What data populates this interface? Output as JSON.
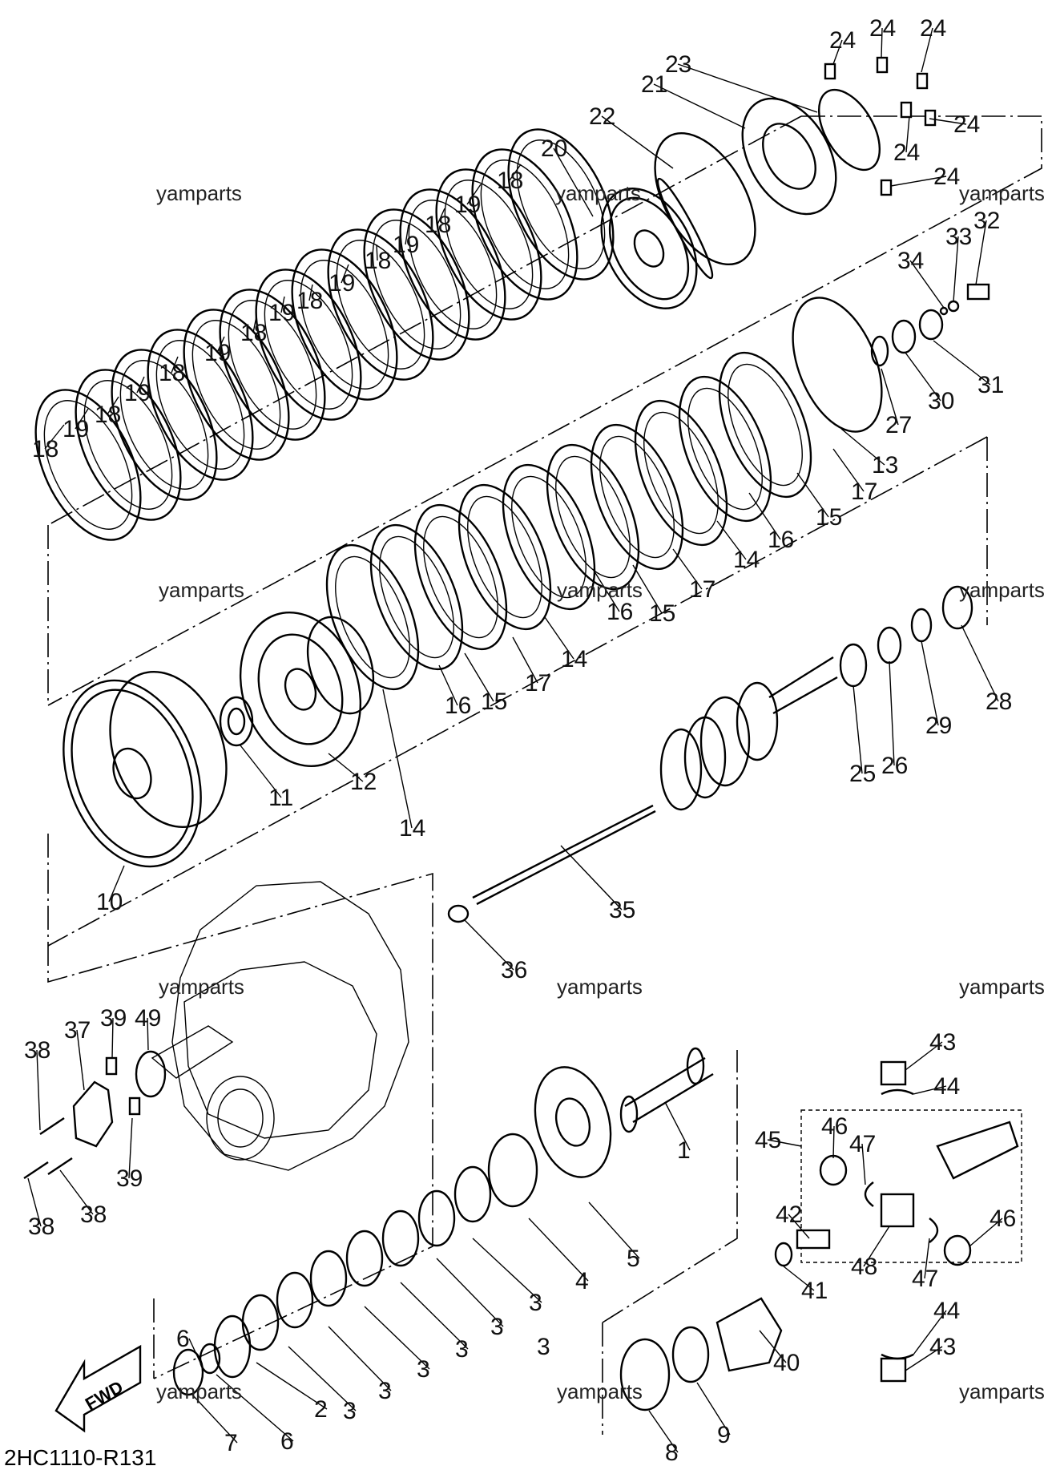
{
  "diagram": {
    "code": "2HC1110-R131",
    "fwd_label": "FWD",
    "watermark": "yamparts",
    "callouts": [
      "1",
      "2",
      "3",
      "4",
      "5",
      "6",
      "7",
      "8",
      "9",
      "10",
      "11",
      "12",
      "13",
      "14",
      "15",
      "16",
      "17",
      "18",
      "19",
      "20",
      "21",
      "22",
      "23",
      "24",
      "25",
      "26",
      "27",
      "28",
      "29",
      "30",
      "31",
      "32",
      "33",
      "34",
      "35",
      "36",
      "37",
      "38",
      "39",
      "40",
      "41",
      "42",
      "43",
      "44",
      "45",
      "46",
      "47",
      "48",
      "49"
    ]
  }
}
